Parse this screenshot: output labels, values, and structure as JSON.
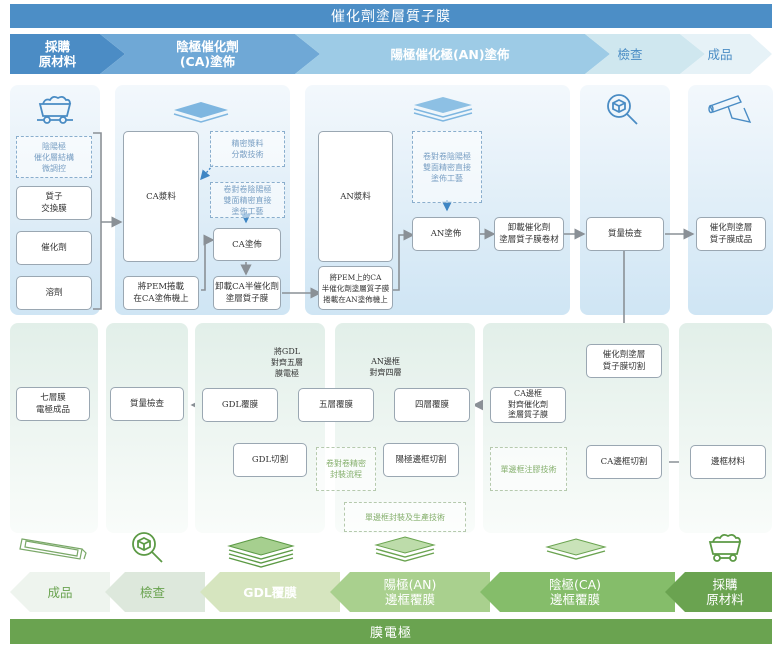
{
  "header": {
    "title": "催化劑塗層質子膜"
  },
  "top_stages": [
    {
      "label": "採購\n原材料"
    },
    {
      "label": "陰極催化劑\n(CA)塗佈"
    },
    {
      "label": "陽極催化極(AN)塗佈"
    },
    {
      "label": "檢查"
    },
    {
      "label": "成品"
    }
  ],
  "top_flow": {
    "raw_materials": {
      "tech_note": "陰陽極\n催化層結構\n微調控",
      "items": [
        "質子\n交換膜",
        "催化劑",
        "溶劑"
      ]
    },
    "ca": {
      "slurry": "CA漿料",
      "load_pem": "將PEM捲載\n在CA塗佈機上",
      "tech_dispersion": "精密漿料\n分散技術",
      "tech_coating": "卷對卷陰陽極\n雙面精密直接\n塗佈工藝",
      "coating": "CA塗佈",
      "unload": "卸載CA半催化劑\n塗層質子膜"
    },
    "an": {
      "slurry": "AN漿料",
      "load": "將PEM上的CA\n半催化劑塗層質子膜\n捲載在AN塗佈機上",
      "tech_coating": "卷對卷陰陽極\n雙面精密直接\n塗佈工藝",
      "coating": "AN塗佈",
      "unload": "卸載催化劑\n塗層質子膜卷材"
    },
    "inspection": "質量檢查",
    "product": "催化劑塗層\n質子膜成品"
  },
  "bottom_flow": {
    "product": "七層膜\n電極成品",
    "inspection": "質量檢查",
    "gdl_note": "將GDL\n對齊五層\n膜電極",
    "gdl_lamination": "GDL覆膜",
    "gdl_cut": "GDL切割",
    "five_layer": "五層覆膜",
    "r2r_seal": "卷對卷精密\n封裝流程",
    "an_note": "AN邊框\n對齊四層",
    "four_layer": "四層覆膜",
    "an_frame_cut": "陽極邊框切割",
    "single_frame_tech": "單邊框封裝及生產技術",
    "ca_align": "CA邊框\n對齊催化劑\n塗層質子膜",
    "ccm_cut": "催化劑塗層\n質子膜切割",
    "injection_tech": "單邊框注膠技術",
    "ca_frame_cut": "CA邊框切割",
    "frame_material": "邊框材料"
  },
  "bottom_stages": [
    {
      "label": "成品"
    },
    {
      "label": "檢查"
    },
    {
      "label": "GDL覆膜"
    },
    {
      "label": "陽極(AN)\n邊框覆膜"
    },
    {
      "label": "陰極(CA)\n邊框覆膜"
    },
    {
      "label": "採購\n原材料"
    }
  ],
  "footer": {
    "title": "膜電極"
  },
  "colors": {
    "blue": "#4c8ec6",
    "green": "#6aa350",
    "arrow": "#8a9096",
    "tech_blue": "#3f86c4",
    "tech_green": "#7dbb55"
  }
}
